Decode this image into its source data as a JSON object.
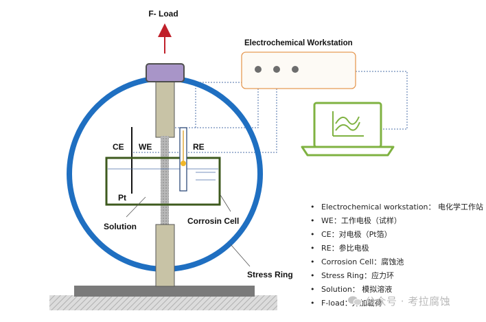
{
  "labels": {
    "load": "F- Load",
    "workstation": "Electrochemical Workstation",
    "ce": "CE",
    "we": "WE",
    "re": "RE",
    "pt": "Pt",
    "solution": "Solution",
    "corrosion_cell": "Corrosin Cell",
    "stress_ring": "Stress Ring"
  },
  "legend": [
    "Electrochemical workstation： 电化学工作站",
    "WE：工作电极（试样）",
    "CE：对电极（Pt箔）",
    "RE：参比电极",
    "Corrosion Cell：腐蚀池",
    "Stress Ring：应力环",
    "Solution： 模拟溶液",
    "F-load：外加载荷"
  ],
  "watermark": "公众号 · 考拉腐蚀",
  "colors": {
    "ring": "#1f6fc1",
    "cell": "#3e5a1e",
    "rod": "#c8c3a6",
    "clamp": "#a895c8",
    "arrow": "#c0202a",
    "laptop": "#7fb241",
    "workstation_box": "#e69a55",
    "wire": "#4a6da7"
  },
  "icons": {
    "laptop": "laptop-chart-icon",
    "watermark": "wechat-icon"
  }
}
